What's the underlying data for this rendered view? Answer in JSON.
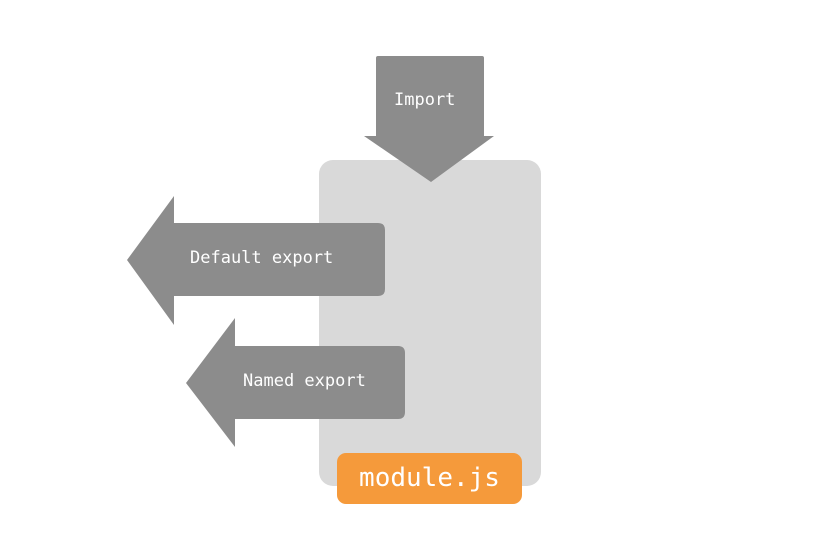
{
  "diagram": {
    "module_label": "module.js",
    "arrows": {
      "import_label": "Import",
      "default_export_label": "Default export",
      "named_export_label": "Named export"
    },
    "colors": {
      "background": "#ffffff",
      "module_box": "#d9d9d9",
      "arrow": "#8c8c8c",
      "module_label_fill": "#f59a3b",
      "text": "#ffffff"
    }
  }
}
